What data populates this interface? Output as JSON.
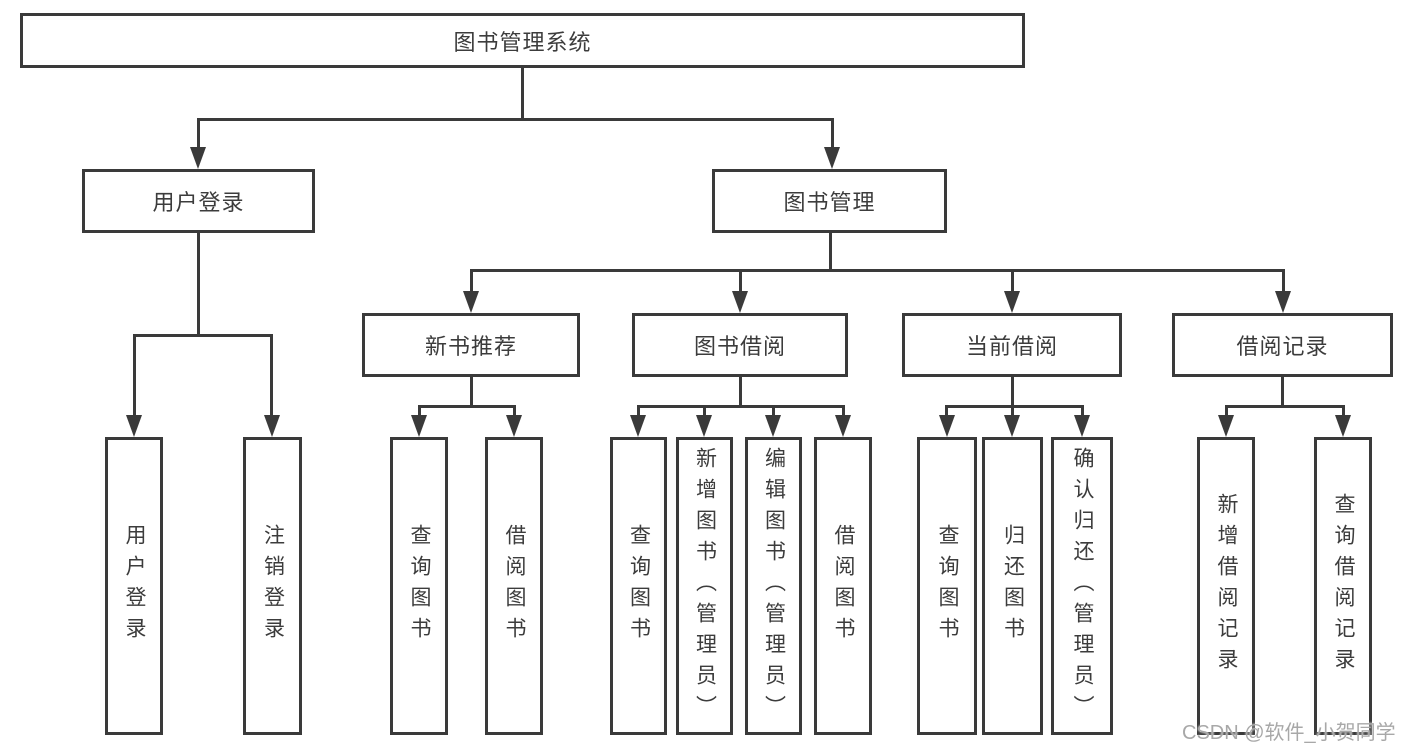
{
  "colors": {
    "line": "#3a3a3a",
    "text": "#3c3c3c",
    "background": "#ffffff",
    "watermark": "#a8a8a8"
  },
  "watermark": {
    "text": "CSDN @软件_小贺同学"
  },
  "diagram": {
    "type": "hierarchy-tree",
    "root": {
      "label": "图书管理系统",
      "children": [
        {
          "label": "用户登录",
          "children": [
            {
              "label": "用户登录"
            },
            {
              "label": "注销登录"
            }
          ]
        },
        {
          "label": "图书管理",
          "children": [
            {
              "label": "新书推荐",
              "children": [
                {
                  "label": "查询图书"
                },
                {
                  "label": "借阅图书"
                }
              ]
            },
            {
              "label": "图书借阅",
              "children": [
                {
                  "label": "查询图书"
                },
                {
                  "label": "新增图书（管理员）"
                },
                {
                  "label": "编辑图书（管理员）"
                },
                {
                  "label": "借阅图书"
                }
              ]
            },
            {
              "label": "当前借阅",
              "children": [
                {
                  "label": "查询图书"
                },
                {
                  "label": "归还图书"
                },
                {
                  "label": "确认归还（管理员）"
                }
              ]
            },
            {
              "label": "借阅记录",
              "children": [
                {
                  "label": "新增借阅记录"
                },
                {
                  "label": "查询借阅记录"
                }
              ]
            }
          ]
        }
      ]
    }
  }
}
